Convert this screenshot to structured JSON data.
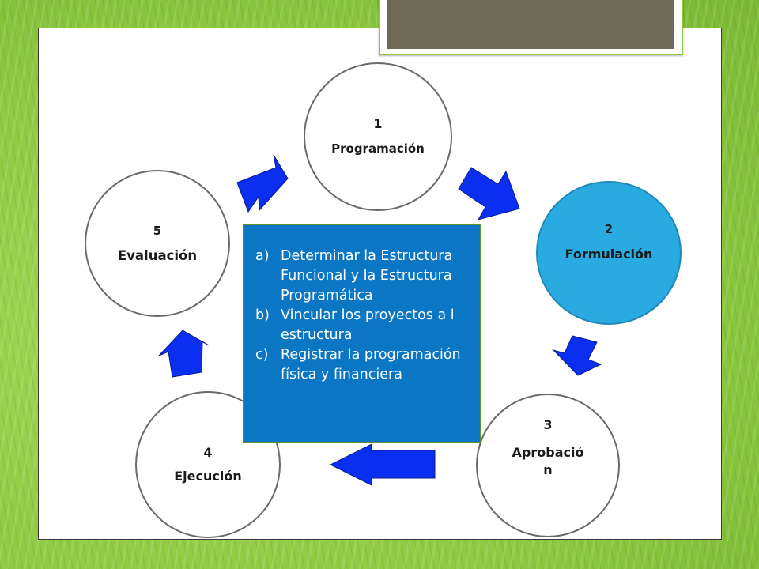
{
  "stages": [
    {
      "number": "1",
      "name": "Programación"
    },
    {
      "number": "2",
      "name": "Formulación"
    },
    {
      "number": "3",
      "name": "Aprobació\nn"
    },
    {
      "number": "4",
      "name": "Ejecución"
    },
    {
      "number": "5",
      "name": "Evaluación"
    }
  ],
  "detail": {
    "items": [
      {
        "marker": "a)",
        "text": "Determinar la Estructura Funcional y la Estructura Programática"
      },
      {
        "marker": "b)",
        "text": "Vincular los proyectos a l estructura"
      },
      {
        "marker": "c)",
        "text": "Registrar la programación física y financiera"
      }
    ]
  },
  "colors": {
    "arrow": "#0a2ff0",
    "active_stage": "#29abe2",
    "detail_box": "#0b76c3",
    "title_box": "#6f6a55"
  }
}
